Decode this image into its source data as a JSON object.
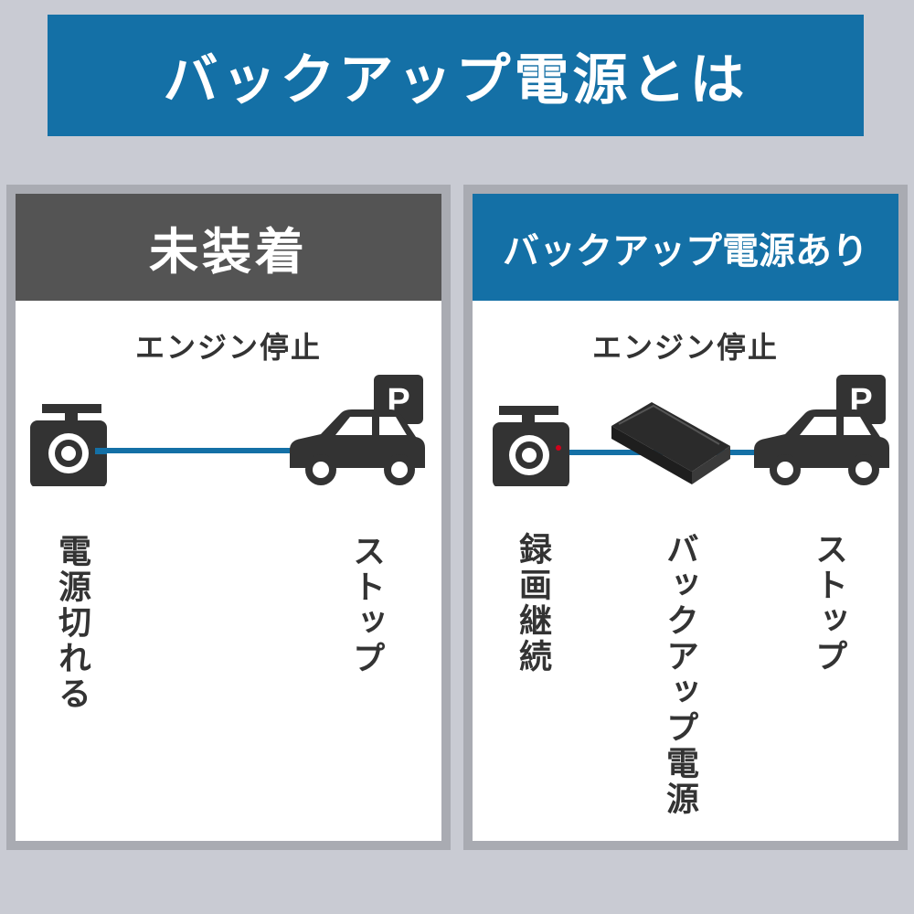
{
  "title": "バックアップ電源とは",
  "left_panel": {
    "heading": "未装着",
    "event": "エンジン停止",
    "parking_sign": "P",
    "camera_status": "電源切れる",
    "car_status": "ストップ"
  },
  "right_panel": {
    "heading": "バックアップ電源あり",
    "event": "エンジン停止",
    "parking_sign": "P",
    "camera_status": "録画継続",
    "battery_label": "バックアップ電源",
    "car_status": "ストップ"
  },
  "colors": {
    "brand_blue": "#1470a6",
    "header_gray": "#545454",
    "icon_dark": "#333333",
    "recording_dot": "#d0021b"
  },
  "icons": [
    "dashcam-icon",
    "car-icon",
    "parking-sign-icon",
    "battery-icon"
  ]
}
